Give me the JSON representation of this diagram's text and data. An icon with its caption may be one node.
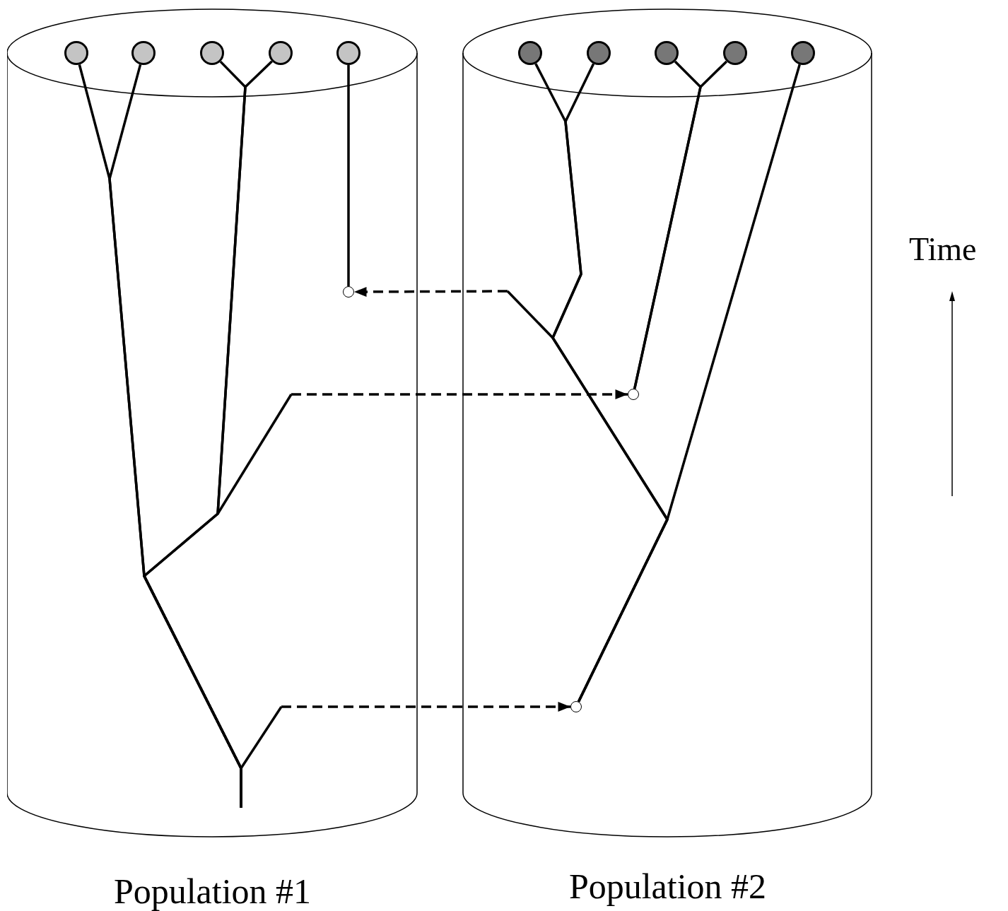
{
  "diagram": {
    "nodes": [
      {
        "text": [
          "Population #1"
        ]
      },
      {
        "text": [
          "Population #2"
        ]
      },
      {
        "text": [],
        "shape": "circle",
        "in": 0
      },
      {
        "text": [],
        "shape": "circle",
        "in": 0
      },
      {
        "text": [],
        "shape": "circle",
        "in": 0
      },
      {
        "text": [],
        "shape": "circle",
        "in": 0
      },
      {
        "text": [],
        "shape": "circle",
        "in": 0
      },
      {
        "text": [],
        "shape": "circle",
        "in": 1
      },
      {
        "text": [],
        "shape": "circle",
        "in": 1
      },
      {
        "text": [],
        "shape": "circle",
        "in": 1
      },
      {
        "text": [],
        "shape": "circle",
        "in": 1
      },
      {
        "text": [],
        "shape": "circle",
        "in": 1
      },
      {
        "text": [],
        "shape": "circle",
        "in": 0
      },
      {
        "text": [],
        "shape": "circle",
        "in": 1
      },
      {
        "text": [],
        "shape": "circle",
        "in": 1
      }
    ],
    "edges": [
      {
        "from": 2,
        "to": null,
        "arrow": "none"
      },
      {
        "from": 3,
        "to": null,
        "arrow": "none"
      },
      {
        "from": 4,
        "to": null,
        "arrow": "none"
      },
      {
        "from": 5,
        "to": null,
        "arrow": "none"
      },
      {
        "from": 6,
        "to": 12,
        "arrow": "none"
      },
      {
        "from": 7,
        "to": 14,
        "arrow": "none"
      },
      {
        "from": 8,
        "to": 14,
        "arrow": "none"
      },
      {
        "from": 9,
        "to": 13,
        "arrow": "none"
      },
      {
        "from": 10,
        "to": 13,
        "arrow": "none"
      },
      {
        "from": 11,
        "to": 14,
        "arrow": "none"
      },
      {
        "from": null,
        "to": 12,
        "arrow": "to",
        "style": "dashed"
      },
      {
        "from": null,
        "to": 13,
        "arrow": "to",
        "style": "dashed"
      },
      {
        "from": null,
        "to": 14,
        "arrow": "to",
        "style": "dashed"
      }
    ],
    "labels": [
      "Time"
    ]
  }
}
